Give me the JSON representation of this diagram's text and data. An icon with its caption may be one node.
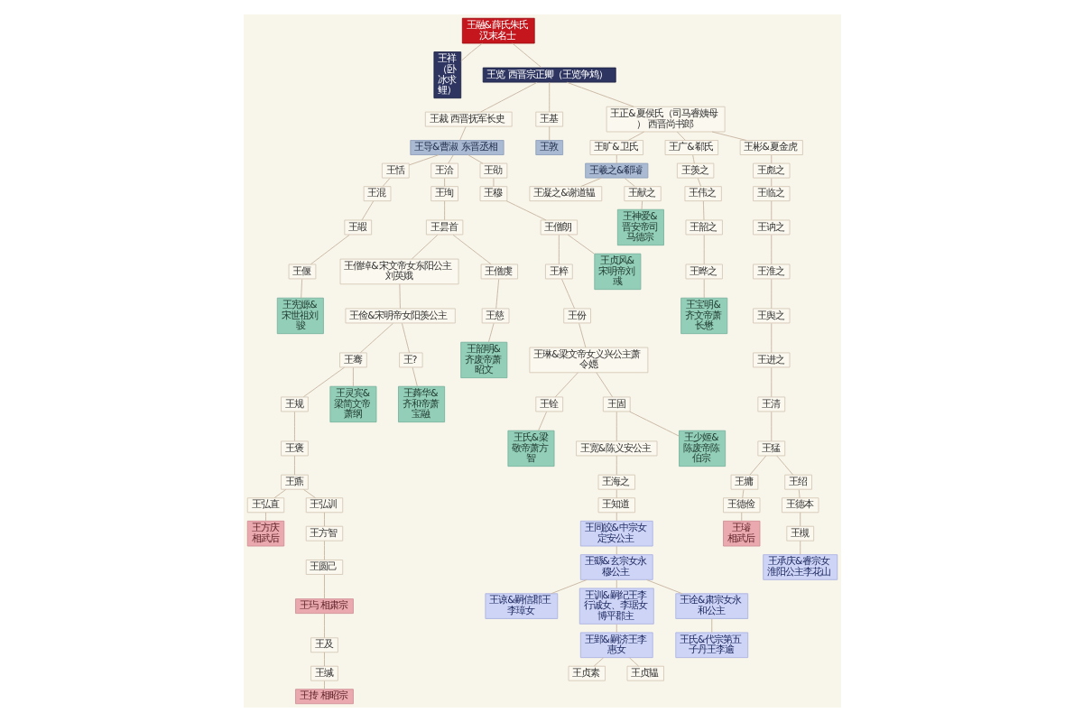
{
  "diagram": {
    "nodes": [
      {
        "text": [
          "王融&薛氏朱氏",
          "汉末名士"
        ]
      },
      {
        "text": [
          "王祥（卧冰求鲤）"
        ]
      },
      {
        "text": [
          "王览 西晋宗正卿（王览争鸩）"
        ]
      },
      {
        "text": [
          "王裁 西晋抚军长史"
        ]
      },
      {
        "text": [
          "王基"
        ]
      },
      {
        "text": [
          "王正&夏侯氏（司马睿姨母） 西晋尚书郎"
        ]
      },
      {
        "text": [
          "王导&曹淑 东晋丞相"
        ]
      },
      {
        "text": [
          "王敦"
        ]
      },
      {
        "text": [
          "王旷&卫氏"
        ]
      },
      {
        "text": [
          "王广&郗氏"
        ]
      },
      {
        "text": [
          "王彬&夏金虎"
        ]
      },
      {
        "text": [
          "王恬"
        ]
      },
      {
        "text": [
          "王洽"
        ]
      },
      {
        "text": [
          "王劭"
        ]
      },
      {
        "text": [
          "王羲之&郗璿"
        ]
      },
      {
        "text": [
          "王羡之"
        ]
      },
      {
        "text": [
          "王彪之"
        ]
      },
      {
        "text": [
          "王混"
        ]
      },
      {
        "text": [
          "王珣"
        ]
      },
      {
        "text": [
          "王穆"
        ]
      },
      {
        "text": [
          "王凝之&谢道韫"
        ]
      },
      {
        "text": [
          "王献之"
        ]
      },
      {
        "text": [
          "王伟之"
        ]
      },
      {
        "text": [
          "王临之"
        ]
      },
      {
        "text": [
          "王嘏"
        ]
      },
      {
        "text": [
          "王昙首"
        ]
      },
      {
        "text": [
          "王僧朗"
        ]
      },
      {
        "text": [
          "王神爱&晋安帝司马德宗"
        ]
      },
      {
        "text": [
          "王韶之"
        ]
      },
      {
        "text": [
          "王讷之"
        ]
      },
      {
        "text": [
          "王偃"
        ]
      },
      {
        "text": [
          "王僧绰&宋文帝女东阳公主刘英娥"
        ]
      },
      {
        "text": [
          "王僧虔"
        ]
      },
      {
        "text": [
          "王粹"
        ]
      },
      {
        "text": [
          "王贞风&宋明帝刘彧"
        ]
      },
      {
        "text": [
          "王晔之"
        ]
      },
      {
        "text": [
          "王淮之"
        ]
      },
      {
        "text": [
          "王宪嫄&宋世祖刘骏"
        ]
      },
      {
        "text": [
          "王俭&宋明帝女阳羡公主"
        ]
      },
      {
        "text": [
          "王慈"
        ]
      },
      {
        "text": [
          "王份"
        ]
      },
      {
        "text": [
          "王宝明&齐文帝萧长懋"
        ]
      },
      {
        "text": [
          "王舆之"
        ]
      },
      {
        "text": [
          "王骞"
        ]
      },
      {
        "text": [
          "王?"
        ]
      },
      {
        "text": [
          "王韶明&齐废帝萧昭文"
        ]
      },
      {
        "text": [
          "王琳&梁文帝女义兴公主萧令嫕"
        ]
      },
      {
        "text": [
          "王进之"
        ]
      },
      {
        "text": [
          "王规"
        ]
      },
      {
        "text": [
          "王灵宾&梁简文帝萧纲"
        ]
      },
      {
        "text": [
          "王蕣华&齐和帝萧宝融"
        ]
      },
      {
        "text": [
          "王铨"
        ]
      },
      {
        "text": [
          "王固"
        ]
      },
      {
        "text": [
          "王清"
        ]
      },
      {
        "text": [
          "王褒"
        ]
      },
      {
        "text": [
          "王氏&梁敬帝萧方智"
        ]
      },
      {
        "text": [
          "王宽&陈义安公主"
        ]
      },
      {
        "text": [
          "王少姬&陈废帝陈伯宗"
        ]
      },
      {
        "text": [
          "王猛"
        ]
      },
      {
        "text": [
          "王鼒"
        ]
      },
      {
        "text": [
          "王海之"
        ]
      },
      {
        "text": [
          "王墉"
        ]
      },
      {
        "text": [
          "王绍"
        ]
      },
      {
        "text": [
          "王弘直"
        ]
      },
      {
        "text": [
          "王弘训"
        ]
      },
      {
        "text": [
          "王知道"
        ]
      },
      {
        "text": [
          "王德俭"
        ]
      },
      {
        "text": [
          "王德本"
        ]
      },
      {
        "text": [
          "王方庆",
          "相武后"
        ]
      },
      {
        "text": [
          "王方智"
        ]
      },
      {
        "text": [
          "王同皎&中宗女定安公主"
        ]
      },
      {
        "text": [
          "王璿",
          "相武后"
        ]
      },
      {
        "text": [
          "王槻"
        ]
      },
      {
        "text": [
          "王圆己"
        ]
      },
      {
        "text": [
          "王繇&玄宗女永穆公主"
        ]
      },
      {
        "text": [
          "王承庆&睿宗女淮阳公主李花山"
        ]
      },
      {
        "text": [
          "王玙 相肃宗"
        ]
      },
      {
        "text": [
          "王谅&嗣信郡王李璋女"
        ]
      },
      {
        "text": [
          "王训&嗣纪王李行诚女、李琚女博平郡主"
        ]
      },
      {
        "text": [
          "王诠&肃宗女永和公主"
        ]
      },
      {
        "text": [
          "王及"
        ]
      },
      {
        "text": [
          "王郢&嗣济王李惠女"
        ]
      },
      {
        "text": [
          "王氏&代宗第五子丹王李逾"
        ]
      },
      {
        "text": [
          "王缄"
        ]
      },
      {
        "text": [
          "王贞素"
        ]
      },
      {
        "text": [
          "王贞韫"
        ]
      },
      {
        "text": [
          "王抟 相昭宗"
        ]
      }
    ],
    "edges": [
      {
        "from": 0,
        "to": 1,
        "arrow": "none"
      },
      {
        "from": 0,
        "to": 2,
        "arrow": "none"
      },
      {
        "from": 2,
        "to": 3,
        "arrow": "none"
      },
      {
        "from": 2,
        "to": 4,
        "arrow": "none"
      },
      {
        "from": 2,
        "to": 5,
        "arrow": "none"
      },
      {
        "from": 3,
        "to": 6,
        "arrow": "none"
      },
      {
        "from": 4,
        "to": 7,
        "arrow": "none"
      },
      {
        "from": 5,
        "to": 8,
        "arrow": "none"
      },
      {
        "from": 5,
        "to": 9,
        "arrow": "none"
      },
      {
        "from": 5,
        "to": 10,
        "arrow": "none"
      },
      {
        "from": 6,
        "to": 11,
        "arrow": "none"
      },
      {
        "from": 6,
        "to": 12,
        "arrow": "none"
      },
      {
        "from": 6,
        "to": 13,
        "arrow": "none"
      },
      {
        "from": 8,
        "to": 14,
        "arrow": "none"
      },
      {
        "from": 9,
        "to": 15,
        "arrow": "none"
      },
      {
        "from": 10,
        "to": 16,
        "arrow": "none"
      },
      {
        "from": 11,
        "to": 17,
        "arrow": "none"
      },
      {
        "from": 12,
        "to": 18,
        "arrow": "none"
      },
      {
        "from": 13,
        "to": 19,
        "arrow": "none"
      },
      {
        "from": 14,
        "to": 20,
        "arrow": "none"
      },
      {
        "from": 14,
        "to": 21,
        "arrow": "none"
      },
      {
        "from": 15,
        "to": 22,
        "arrow": "none"
      },
      {
        "from": 16,
        "to": 23,
        "arrow": "none"
      },
      {
        "from": 17,
        "to": 24,
        "arrow": "none"
      },
      {
        "from": 18,
        "to": 25,
        "arrow": "none"
      },
      {
        "from": 19,
        "to": 26,
        "arrow": "none"
      },
      {
        "from": 21,
        "to": 27,
        "arrow": "none"
      },
      {
        "from": 22,
        "to": 28,
        "arrow": "none"
      },
      {
        "from": 23,
        "to": 29,
        "arrow": "none"
      },
      {
        "from": 24,
        "to": 30,
        "arrow": "none"
      },
      {
        "from": 25,
        "to": 31,
        "arrow": "none"
      },
      {
        "from": 25,
        "to": 32,
        "arrow": "none"
      },
      {
        "from": 26,
        "to": 33,
        "arrow": "none"
      },
      {
        "from": 26,
        "to": 34,
        "arrow": "none"
      },
      {
        "from": 28,
        "to": 35,
        "arrow": "none"
      },
      {
        "from": 29,
        "to": 36,
        "arrow": "none"
      },
      {
        "from": 30,
        "to": 37,
        "arrow": "none"
      },
      {
        "from": 31,
        "to": 38,
        "arrow": "none"
      },
      {
        "from": 32,
        "to": 39,
        "arrow": "none"
      },
      {
        "from": 33,
        "to": 40,
        "arrow": "none"
      },
      {
        "from": 35,
        "to": 41,
        "arrow": "none"
      },
      {
        "from": 36,
        "to": 42,
        "arrow": "none"
      },
      {
        "from": 38,
        "to": 43,
        "arrow": "none"
      },
      {
        "from": 38,
        "to": 44,
        "arrow": "none"
      },
      {
        "from": 39,
        "to": 45,
        "arrow": "none"
      },
      {
        "from": 40,
        "to": 46,
        "arrow": "none"
      },
      {
        "from": 42,
        "to": 47,
        "arrow": "none"
      },
      {
        "from": 43,
        "to": 48,
        "arrow": "none"
      },
      {
        "from": 43,
        "to": 49,
        "arrow": "none"
      },
      {
        "from": 44,
        "to": 50,
        "arrow": "none"
      },
      {
        "from": 46,
        "to": 51,
        "arrow": "none"
      },
      {
        "from": 46,
        "to": 52,
        "arrow": "none"
      },
      {
        "from": 47,
        "to": 53,
        "arrow": "none"
      },
      {
        "from": 48,
        "to": 54,
        "arrow": "none"
      },
      {
        "from": 51,
        "to": 55,
        "arrow": "none"
      },
      {
        "from": 52,
        "to": 56,
        "arrow": "none"
      },
      {
        "from": 52,
        "to": 57,
        "arrow": "none"
      },
      {
        "from": 53,
        "to": 58,
        "arrow": "none"
      },
      {
        "from": 54,
        "to": 59,
        "arrow": "none"
      },
      {
        "from": 56,
        "to": 60,
        "arrow": "none"
      },
      {
        "from": 58,
        "to": 61,
        "arrow": "none"
      },
      {
        "from": 58,
        "to": 62,
        "arrow": "none"
      },
      {
        "from": 59,
        "to": 63,
        "arrow": "none"
      },
      {
        "from": 59,
        "to": 64,
        "arrow": "none"
      },
      {
        "from": 60,
        "to": 65,
        "arrow": "none"
      },
      {
        "from": 61,
        "to": 66,
        "arrow": "none"
      },
      {
        "from": 62,
        "to": 67,
        "arrow": "none"
      },
      {
        "from": 63,
        "to": 68,
        "arrow": "none"
      },
      {
        "from": 64,
        "to": 69,
        "arrow": "none"
      },
      {
        "from": 65,
        "to": 70,
        "arrow": "none"
      },
      {
        "from": 66,
        "to": 71,
        "arrow": "none"
      },
      {
        "from": 67,
        "to": 72,
        "arrow": "none"
      },
      {
        "from": 69,
        "to": 73,
        "arrow": "none"
      },
      {
        "from": 70,
        "to": 74,
        "arrow": "none"
      },
      {
        "from": 72,
        "to": 75,
        "arrow": "none"
      },
      {
        "from": 73,
        "to": 76,
        "arrow": "none"
      },
      {
        "from": 74,
        "to": 77,
        "arrow": "none"
      },
      {
        "from": 74,
        "to": 78,
        "arrow": "none"
      },
      {
        "from": 74,
        "to": 79,
        "arrow": "none"
      },
      {
        "from": 76,
        "to": 80,
        "arrow": "none"
      },
      {
        "from": 78,
        "to": 81,
        "arrow": "none"
      },
      {
        "from": 79,
        "to": 82,
        "arrow": "none"
      },
      {
        "from": 80,
        "to": 83,
        "arrow": "none"
      },
      {
        "from": 81,
        "to": 84,
        "arrow": "none"
      },
      {
        "from": 81,
        "to": 85,
        "arrow": "none"
      },
      {
        "from": 83,
        "to": 86,
        "arrow": "none"
      }
    ]
  }
}
